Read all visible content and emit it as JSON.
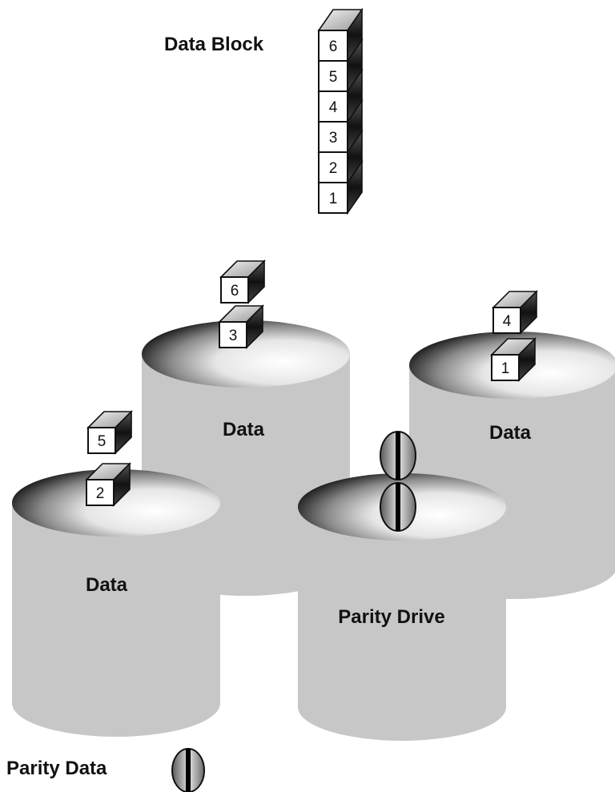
{
  "title": "Data Block",
  "stack_blocks": [
    "1",
    "2",
    "3",
    "4",
    "5",
    "6"
  ],
  "drives": [
    {
      "label": "Data",
      "blocks": [
        "3",
        "6"
      ]
    },
    {
      "label": "Data",
      "blocks": [
        "1",
        "4"
      ]
    },
    {
      "label": "Data",
      "blocks": [
        "2",
        "5"
      ]
    },
    {
      "label": "Parity Drive",
      "parity_blocks": 2
    }
  ],
  "legend": {
    "label": "Parity Data",
    "icon": "parity-data-icon"
  },
  "colors": {
    "cylinder_body": "#c7c7c7",
    "cylinder_top_dark": "#1e1e1e",
    "cylinder_top_light": "#ffffff",
    "block_face": "#ffffff",
    "block_top": "#cfcfcf",
    "block_side": "#222222",
    "outline": "#111111"
  }
}
